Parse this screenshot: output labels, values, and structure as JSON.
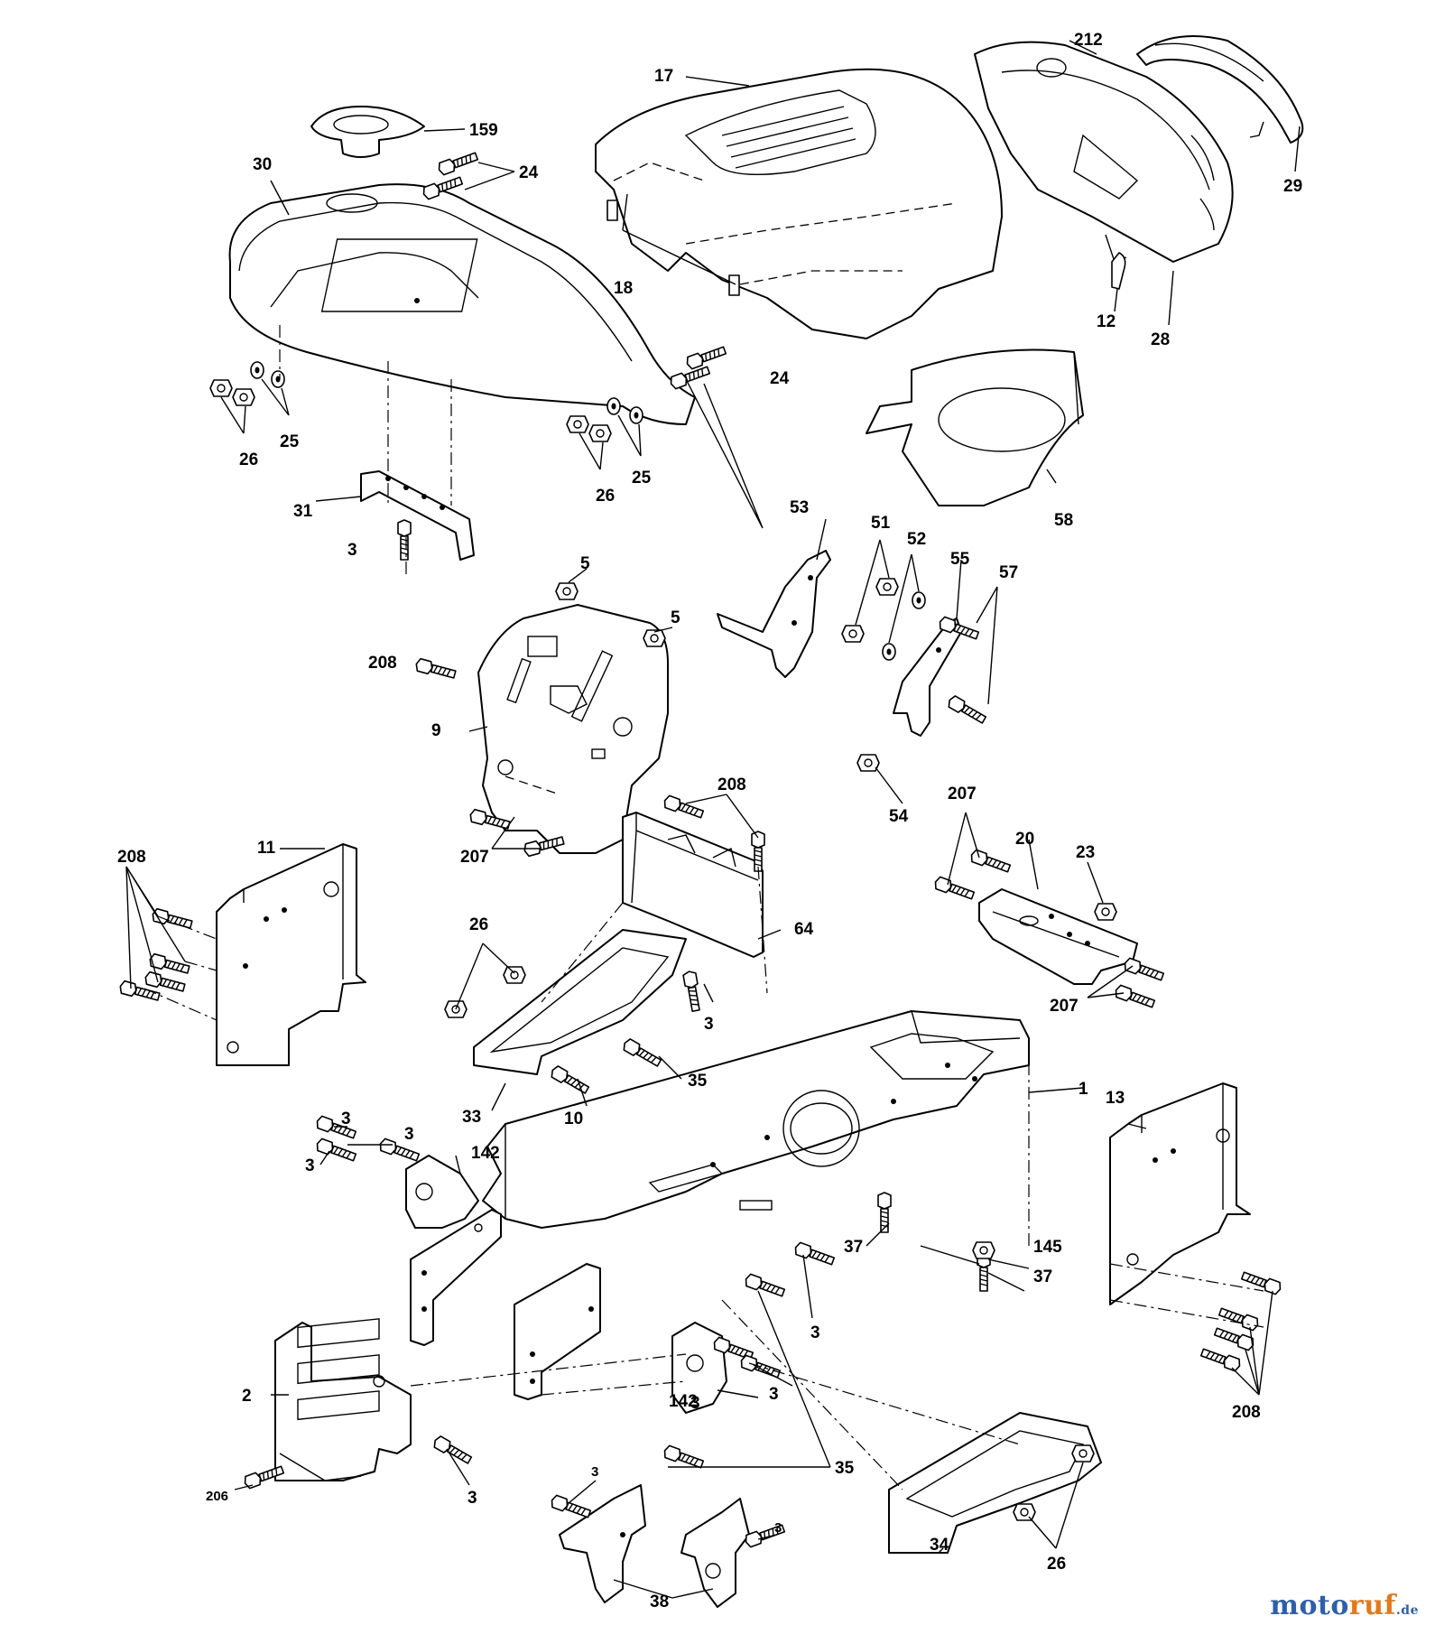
{
  "watermark": {
    "brand_a": "moto",
    "brand_b": "ruf",
    "tld": ".de",
    "color_a": "#2f5fa8",
    "color_b": "#e07a1e"
  },
  "callouts": {
    "c17": "17",
    "c212": "212",
    "c29": "29",
    "c159": "159",
    "c30": "30",
    "c24a": "24",
    "c24b": "24",
    "c18": "18",
    "c12": "12",
    "c28": "28",
    "c26a": "26",
    "c25a": "25",
    "c26b": "26",
    "c25b": "25",
    "c31": "31",
    "c3a": "3",
    "c58": "58",
    "c53": "53",
    "c51": "51",
    "c52": "52",
    "c55": "55",
    "c57": "57",
    "c5a": "5",
    "c5b": "5",
    "c208a": "208",
    "c9": "9",
    "c54": "54",
    "c208b": "208",
    "c207a": "207",
    "c207b": "207",
    "c20": "20",
    "c23": "23",
    "c11": "11",
    "c208c": "208",
    "c64": "64",
    "c26c": "26",
    "c3b": "3",
    "c207c": "207",
    "c35a": "35",
    "c33": "33",
    "c10": "10",
    "c1": "1",
    "c13": "13",
    "c3c": "3",
    "c3d": "3",
    "c142a": "142",
    "c3e": "3",
    "c37a": "37",
    "c145": "145",
    "c37b": "37",
    "c3f": "3",
    "c2": "2",
    "c142b": "142",
    "c3g": "3",
    "c3h": "3",
    "c208d": "208",
    "c206": "206",
    "c3i": "3",
    "c35b": "35",
    "c34": "34",
    "c3j": "3",
    "c3k": "3",
    "c38": "38",
    "c26d": "26"
  }
}
